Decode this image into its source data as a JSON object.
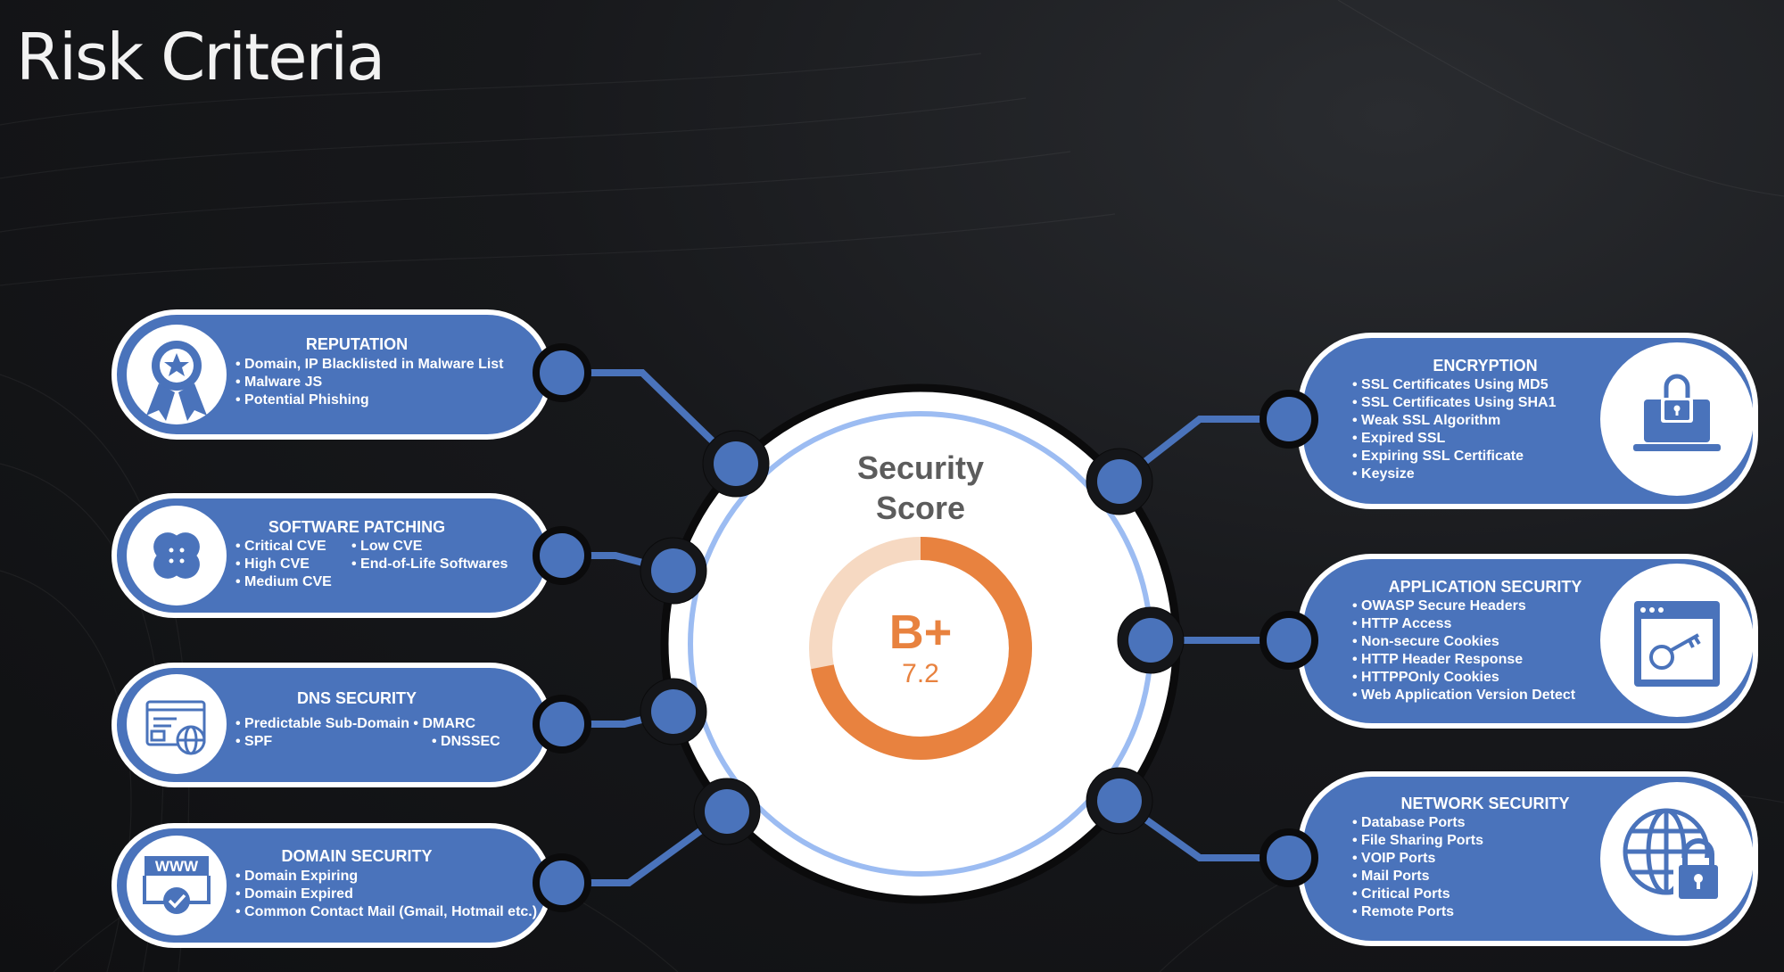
{
  "page": {
    "title": "Risk Criteria"
  },
  "colors": {
    "card": "#4a73bb",
    "ring": "#9cbcf2",
    "gauge": "#e8823f",
    "gauge_track": "#f6d9c2"
  },
  "score": {
    "title_line1": "Security",
    "title_line2": "Score",
    "grade": "B+",
    "value": "7.2",
    "fraction": 0.72
  },
  "cards": {
    "reputation": {
      "title": "REPUTATION",
      "icon": "award-ribbon-icon",
      "items": [
        "• Domain, IP Blacklisted in Malware List",
        "• Malware JS",
        "• Potential Phishing"
      ]
    },
    "patching": {
      "title": "SOFTWARE PATCHING",
      "icon": "bandage-icon",
      "items": [
        "• Critical CVE",
        "• Low CVE",
        "• High CVE",
        "• End-of-Life Softwares",
        "• Medium CVE"
      ]
    },
    "dns": {
      "title": "DNS SECURITY",
      "icon": "browser-globe-icon",
      "items": [
        "• Predictable Sub-Domain • DMARC",
        "• SPF",
        "• DNSSEC"
      ]
    },
    "domain": {
      "title": "DOMAIN SECURITY",
      "icon": "www-check-icon",
      "items": [
        "• Domain Expiring",
        "• Domain Expired",
        "• Common Contact Mail (Gmail, Hotmail etc.)"
      ],
      "icon_text": "WWW"
    },
    "encryption": {
      "title": "ENCRYPTION",
      "icon": "laptop-lock-icon",
      "items": [
        "• SSL Certificates Using MD5",
        "• SSL Certificates Using SHA1",
        "• Weak SSL Algorithm",
        "• Expired SSL",
        "• Expiring SSL Certificate",
        "• Keysize"
      ]
    },
    "application": {
      "title": "APPLICATION SECURITY",
      "icon": "browser-key-icon",
      "items": [
        "• OWASP Secure Headers",
        "• HTTP Access",
        "• Non-secure Cookies",
        "• HTTP Header Response",
        "• HTTPPOnly Cookies",
        "• Web Application Version Detect"
      ]
    },
    "network": {
      "title": "NETWORK SECURITY",
      "icon": "globe-lock-icon",
      "items": [
        "• Database Ports",
        "• File Sharing Ports",
        "• VOIP Ports",
        "• Mail Ports",
        "• Critical Ports",
        "• Remote Ports"
      ]
    }
  }
}
